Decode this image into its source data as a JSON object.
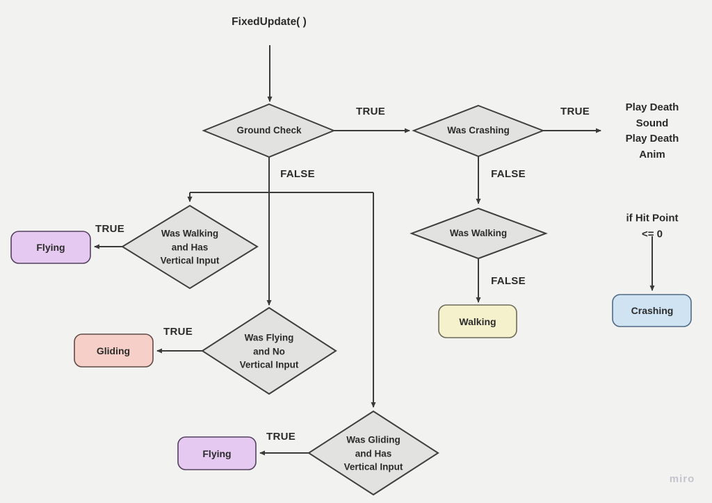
{
  "app": {
    "watermark": "miro"
  },
  "colors": {
    "background": "#f2f2f0",
    "decision_fill": "#e2e2e1",
    "decision_stroke": "#3f3f3f",
    "connector": "#3b3b3b",
    "text": "#2b2b2b",
    "watermark_text": "#c3c4cd"
  },
  "title": {
    "label": "FixedUpdate( )"
  },
  "decisions": {
    "ground_check": {
      "label": "Ground Check"
    },
    "was_crashing": {
      "label": "Was Crashing"
    },
    "was_walking_input": {
      "label": "Was Walking\nand Has\nVertical Input"
    },
    "was_flying_no_input": {
      "label": "Was Flying\nand No\nVertical Input"
    },
    "was_walking": {
      "label": "Was Walking"
    },
    "was_gliding_input": {
      "label": "Was Gliding\nand Has\nVertical Input"
    }
  },
  "states": {
    "flying_top": {
      "label": "Flying",
      "fill": "#e6c9f0",
      "stroke": "#53405c"
    },
    "gliding": {
      "label": "Gliding",
      "fill": "#f6d0c8",
      "stroke": "#5f4a45"
    },
    "walking": {
      "label": "Walking",
      "fill": "#f5f1cd",
      "stroke": "#6b6a58"
    },
    "crashing": {
      "label": "Crashing",
      "fill": "#d0e3f3",
      "stroke": "#4e6a84"
    },
    "flying_bottom": {
      "label": "Flying",
      "fill": "#e6c9f0",
      "stroke": "#53405c"
    }
  },
  "edge_labels": {
    "ground_true": "TRUE",
    "ground_false": "FALSE",
    "crashing_true": "TRUE",
    "crashing_false": "FALSE",
    "walking_input_true": "TRUE",
    "flying_no_input_true": "TRUE",
    "was_walking_false": "FALSE",
    "gliding_input_true": "TRUE"
  },
  "annotations": {
    "death_actions": "Play Death Sound\nPlay Death Anim",
    "hit_point": "if Hit Point <= 0"
  }
}
